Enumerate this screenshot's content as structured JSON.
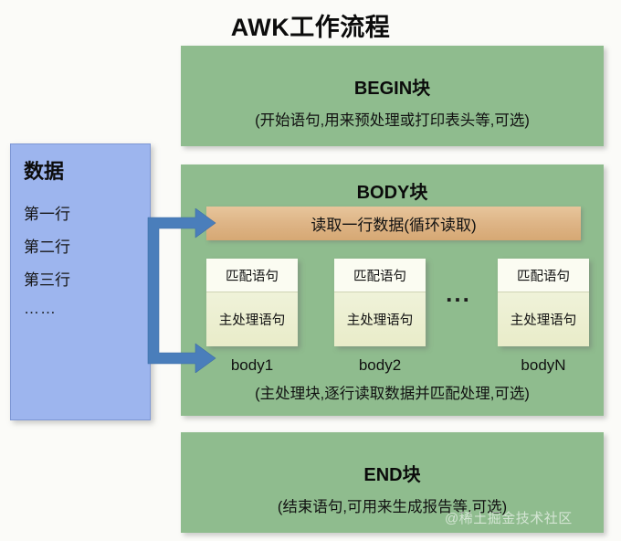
{
  "diagram": {
    "title": "AWK工作流程",
    "watermark": "@稀土掘金技术社区"
  },
  "data_box": {
    "title": "数据",
    "lines": [
      "第一行",
      "第二行",
      "第三行",
      "……"
    ]
  },
  "blocks": {
    "begin": {
      "title": "BEGIN块",
      "caption": "(开始语句,用来预处理或打印表头等,可选)"
    },
    "body": {
      "title": "BODY块",
      "caption": "(主处理块,逐行读取数据并匹配处理,可选)",
      "read_bar": "读取一行数据(循环读取)",
      "ellipsis": "...",
      "cards": [
        {
          "match": "匹配语句",
          "action": "主处理语句",
          "label": "body1"
        },
        {
          "match": "匹配语句",
          "action": "主处理语句",
          "label": "body2"
        },
        {
          "match": "匹配语句",
          "action": "主处理语句",
          "label": "bodyN"
        }
      ]
    },
    "end": {
      "title": "END块",
      "caption": "(结束语句,可用来生成报告等,可选)"
    }
  },
  "colors": {
    "block_green": "#8fbc8e",
    "data_blue": "#9db5ee",
    "read_bar_orange": "#ddb384",
    "card_cream": "#e9ecc9",
    "arrow_blue": "#4a7ebb",
    "page_background": "#fbfbf8"
  }
}
